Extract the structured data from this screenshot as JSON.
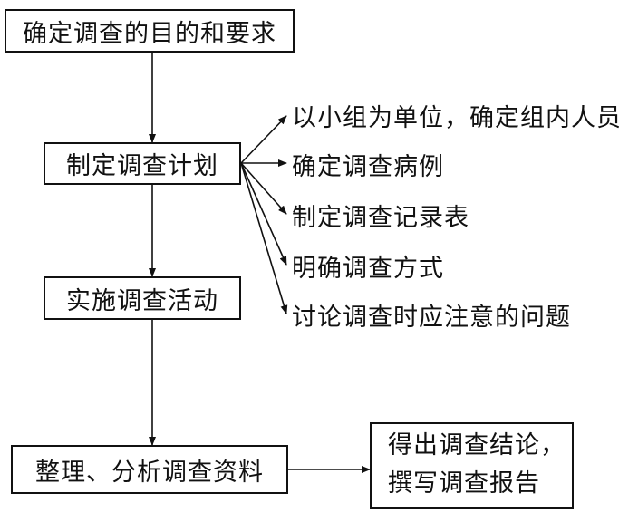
{
  "boxes": {
    "goal": "确定调查的目的和要求",
    "plan": "制定调查计划",
    "implement": "实施调查活动",
    "analyze": "整理、分析调查资料",
    "conclusion_line1": "得出调查结论，",
    "conclusion_line2": "撰写调查报告"
  },
  "plan_items": [
    "以小组为单位，确定组内人员",
    "确定调查病例",
    "制定调查记录表",
    "明确调查方式",
    "讨论调查时应注意的问题"
  ]
}
